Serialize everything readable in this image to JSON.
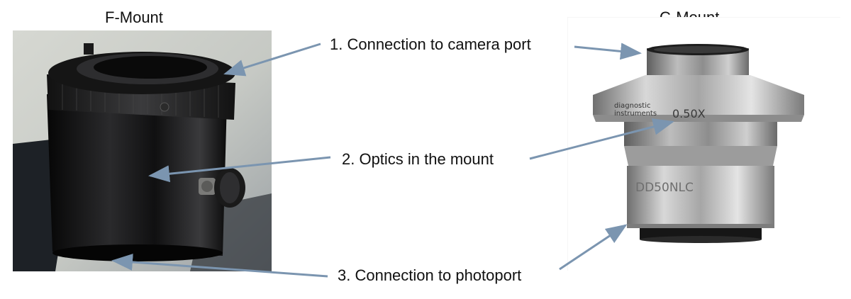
{
  "titles": {
    "left": "F-Mount",
    "right": "C-Mount"
  },
  "callouts": [
    "1. Connection to camera port",
    "2. Optics in the mount",
    "3. Connection to photoport"
  ],
  "engraving": {
    "brand_line1": "diagnostic",
    "brand_line2": "instruments",
    "magnification": "0.50X",
    "model": "DD50NLC"
  },
  "colors": {
    "arrow": "#7b95b0",
    "text": "#111111"
  },
  "icons": {
    "arrow_head": "arrowhead"
  }
}
